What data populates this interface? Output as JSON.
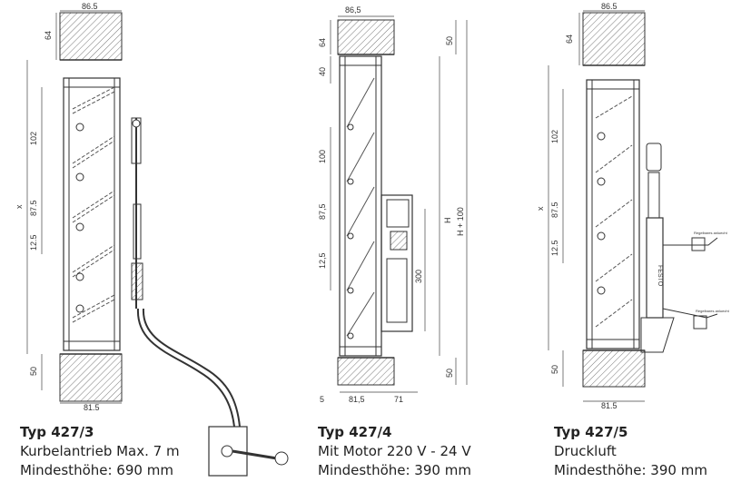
{
  "variants": [
    {
      "title": "Typ 427/3",
      "line1": "Kurbelantrieb Max. 7 m",
      "line2": "Mindesthöhe: 690 mm",
      "dims": {
        "top_width": "86.5",
        "left_top": "64",
        "left_mid1": "102",
        "left_x": "x",
        "left_mid2": "87.5",
        "left_mid3": "12.5",
        "left_bottom": "50",
        "bottom_width": "81.5"
      }
    },
    {
      "title": "Typ 427/4",
      "line1": "Mit Motor 220 V - 24 V",
      "line2": "Mindesthöhe: 390 mm",
      "dims": {
        "top_width": "86,5",
        "left_64": "64",
        "left_40": "40",
        "left_100": "100",
        "left_87": "87,5",
        "left_12": "12,5",
        "right_50_top": "50",
        "right_300": "300",
        "right_H": "H",
        "right_H100": "H + 100",
        "right_50_bottom": "50",
        "bottom_5": "5",
        "bottom_81": "81,5",
        "bottom_71": "71"
      }
    },
    {
      "title": "Typ 427/5",
      "line1": "Druckluft",
      "line2": "Mindesthöhe: 390 mm",
      "dims": {
        "top_width": "86.5",
        "left_top": "64",
        "left_mid1": "102",
        "left_x": "x",
        "left_mid2": "87.5",
        "left_mid3": "12.5",
        "left_bottom": "50",
        "bottom_width": "81.5",
        "label_top": "Regelbares anluecht",
        "label_bottom": "Regelbares anluecht",
        "brand": "FESTO"
      }
    }
  ]
}
